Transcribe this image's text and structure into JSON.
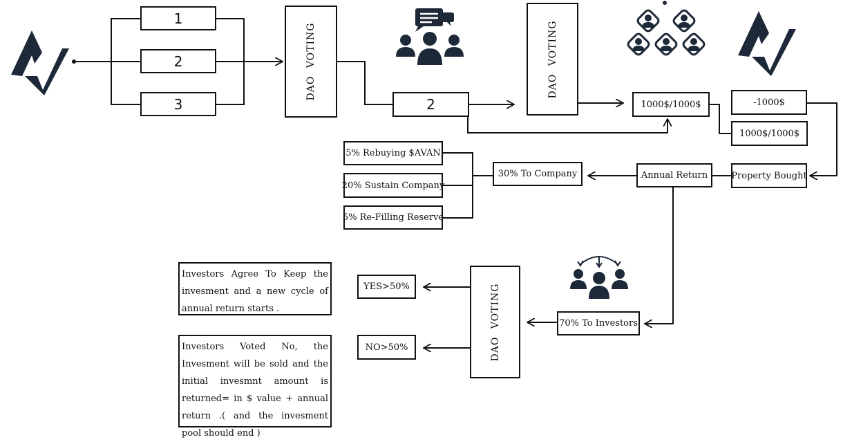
{
  "inputs": [
    "1",
    "2",
    "3"
  ],
  "dao_label": "DAO VOTING",
  "selected": "2",
  "price_box": "1000$/1000$",
  "minus_box": "-1000$",
  "price_box_2": "1000$/1000$",
  "property": "Property Bought",
  "annual_return": "Annual Return",
  "company": "30% To Company",
  "company_split": [
    "5% Rebuying $AVAN",
    "20% Sustain Company",
    "5% Re-Filling Reserve"
  ],
  "investors": "70% To Investors",
  "yes": "YES>50%",
  "no": "NO>50%",
  "yes_result": "Investors Agree To Keep the invesment and a new cycle of annual return starts .",
  "no_result": "Investors Voted No, the Invesment will be sold and the initial invesmnt amount is returned= in $ value + annual return .( and the invesment pool should end )",
  "colors": {
    "navy": "#1d2838",
    "line": "#111111"
  },
  "icons": [
    "logo-mark-icon",
    "discussion-group-icon",
    "network-people-icon",
    "logo-mark-icon",
    "vote-distribution-icon"
  ]
}
